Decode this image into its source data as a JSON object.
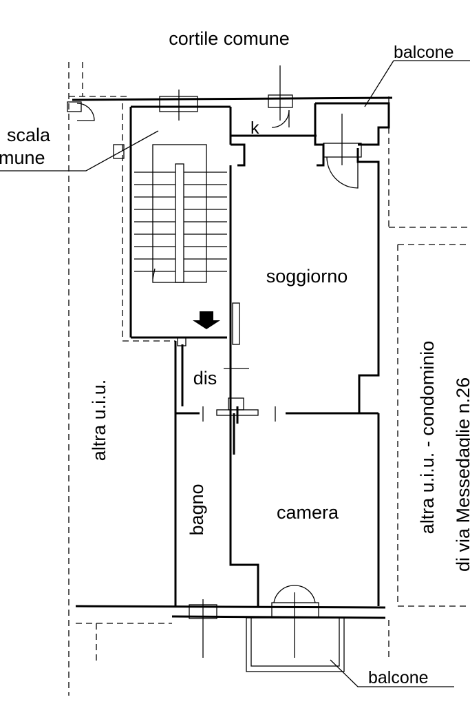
{
  "labels": {
    "courtyard": "cortile comune",
    "balcony_top": "balcone",
    "stair_line1": "scala",
    "stair_line2": "mune",
    "kitchen": "k",
    "living": "soggiorno",
    "hall": "dis",
    "bath": "bagno",
    "bedroom": "camera",
    "other_unit_left": "altra u.i.u.",
    "other_unit_right_1": "altra u.i.u. - condominio",
    "other_unit_right_2": "di via Messedaglie n.26",
    "balcony_bottom": "balcone"
  }
}
